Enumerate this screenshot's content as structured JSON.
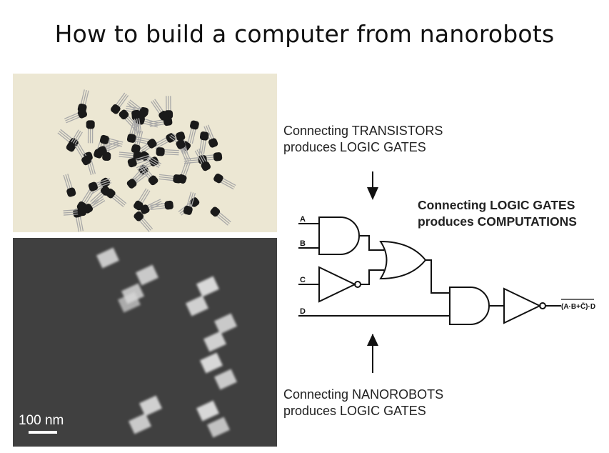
{
  "slide": {
    "title": "How to build a computer from nanorobots"
  },
  "annotations": {
    "transistors_line1": "Connecting TRANSISTORS",
    "transistors_line2": "produces LOGIC GATES",
    "logic_line1": "Connecting LOGIC GATES",
    "logic_line2": "produces COMPUTATIONS",
    "nanorobots_line1": "Connecting NANOROBOTS",
    "nanorobots_line2": "produces LOGIC GATES"
  },
  "microscopy": {
    "scale_label": "100 nm"
  },
  "circuit": {
    "inputs": [
      "A",
      "B",
      "C",
      "D"
    ],
    "output_label": "(A·B+C̄)·D",
    "gates": [
      "AND",
      "NOT",
      "OR",
      "AND",
      "NOT"
    ]
  },
  "colors": {
    "photo_background": "#ece7d3",
    "transistor_body": "#1a1a1a",
    "transistor_leg": "#a8a8a8",
    "micrograph_background": "#404040"
  }
}
